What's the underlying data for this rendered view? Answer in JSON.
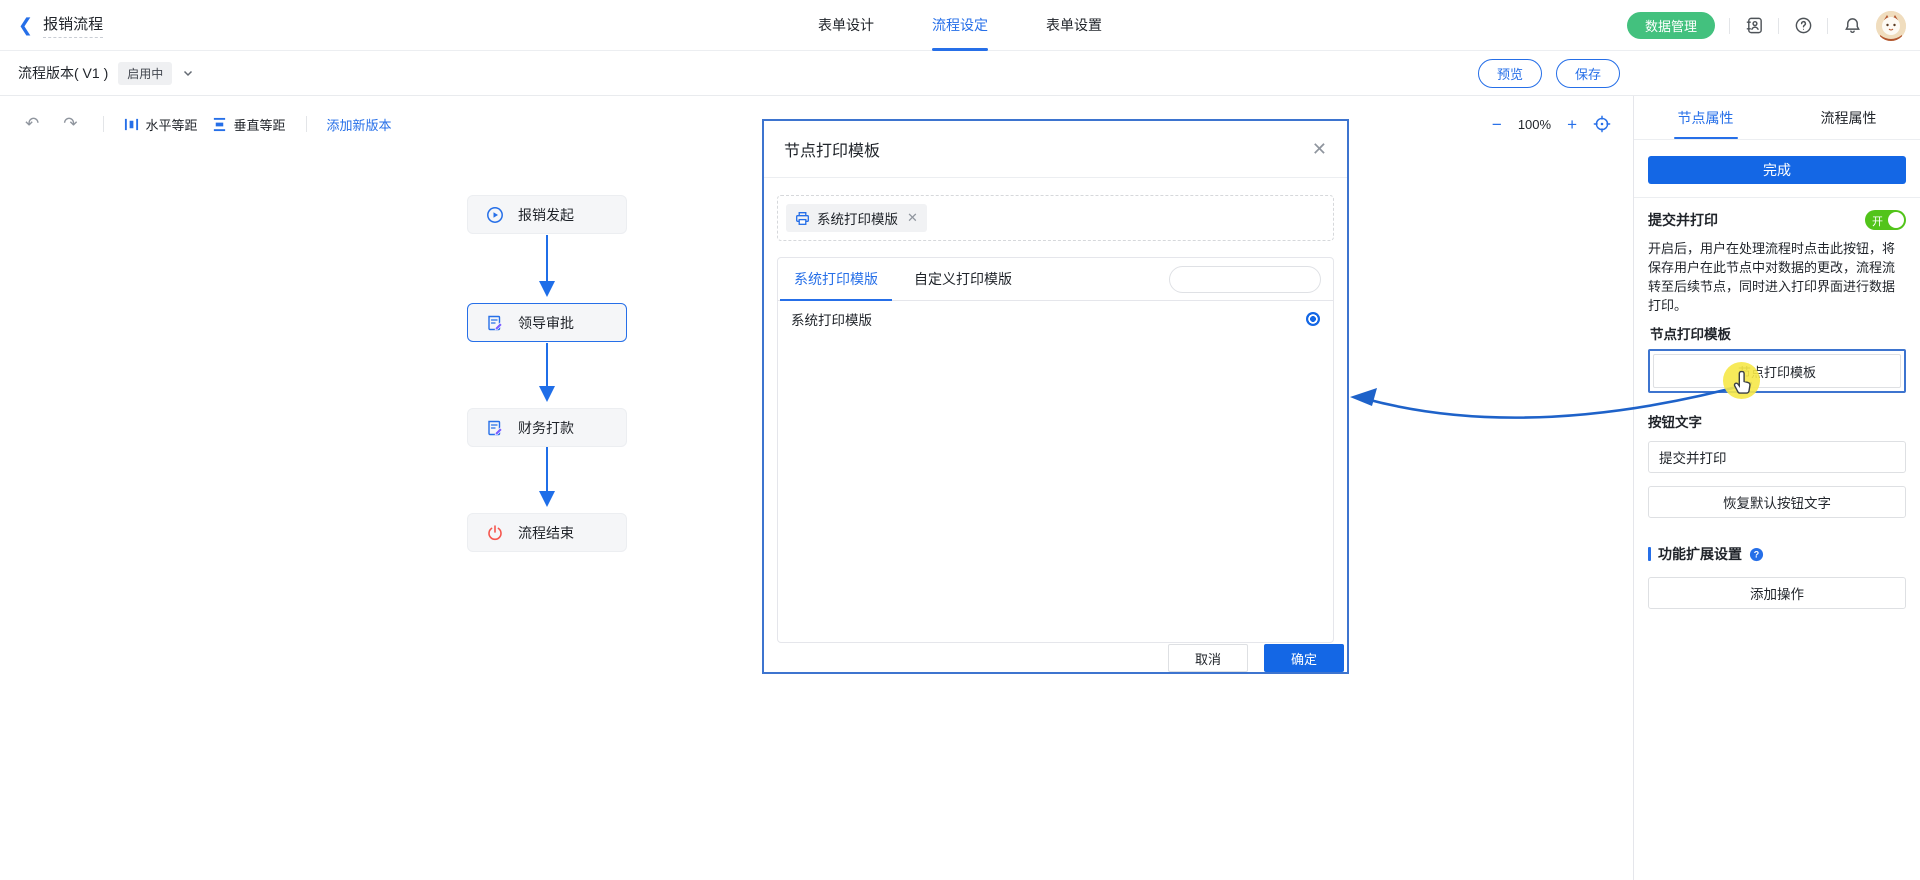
{
  "header": {
    "back_title": "报销流程",
    "tabs": [
      {
        "label": "表单设计"
      },
      {
        "label": "流程设定"
      },
      {
        "label": "表单设置"
      }
    ],
    "data_manage_label": "数据管理"
  },
  "version_bar": {
    "label": "流程版本( V1 )",
    "status_badge": "启用中",
    "preview_label": "预览",
    "save_label": "保存"
  },
  "toolbar": {
    "horizontal_label": "水平等距",
    "vertical_label": "垂直等距",
    "add_version_label": "添加新版本",
    "undo_glyph": "↶",
    "redo_glyph": "↷",
    "zoom_out": "−",
    "zoom_in": "+",
    "zoom_level": "100%"
  },
  "flow": {
    "nodes": [
      {
        "label": "报销发起"
      },
      {
        "label": "领导审批"
      },
      {
        "label": "财务打款"
      },
      {
        "label": "流程结束"
      }
    ]
  },
  "modal": {
    "title": "节点打印模板",
    "close_glyph": "✕",
    "selected_tag": "系统打印模版",
    "tag_remove_glyph": "✕",
    "tabs": [
      {
        "label": "系统打印模版"
      },
      {
        "label": "自定义打印模版"
      }
    ],
    "list": [
      {
        "label": "系统打印模版"
      }
    ],
    "cancel_label": "取消",
    "confirm_label": "确定"
  },
  "panel": {
    "tabs": [
      {
        "label": "节点属性"
      },
      {
        "label": "流程属性"
      }
    ],
    "done_label": "完成",
    "submit_print": {
      "label": "提交并打印",
      "toggle_on_label": "开",
      "description": "开启后，用户在处理流程时点击此按钮，将保存用户在此节点中对数据的更改，流程流转至后续节点，同时进入打印界面进行数据打印。"
    },
    "node_print_template": {
      "label": "节点打印模板",
      "button_label": "节点打印模板"
    },
    "button_text": {
      "label": "按钮文字",
      "value": "提交并打印",
      "restore_label": "恢复默认按钮文字"
    },
    "extension": {
      "label": "功能扩展设置",
      "add_action_label": "添加操作"
    }
  },
  "colors": {
    "primary": "#1467e5",
    "green_pill": "#43c17e",
    "toggle_green": "#52c41a",
    "end_node_red": "#f5564e"
  }
}
